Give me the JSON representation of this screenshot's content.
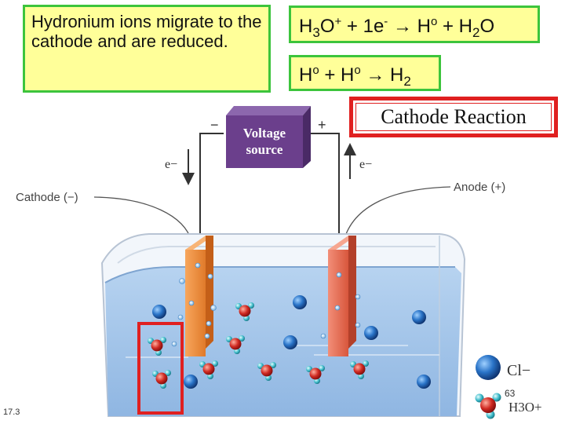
{
  "note": {
    "text": "Hydronium ions migrate to the cathode and are reduced."
  },
  "equation_1": {
    "t1": "H",
    "s1": "3",
    "t2": "O",
    "p1": "+",
    "t3": " + 1e",
    "p2": "-",
    "t4": " → H",
    "p3": "o",
    "t5": " + H",
    "s2": "2",
    "t6": "O"
  },
  "equation_2": {
    "t1": "H",
    "p1": "o",
    "t2": " + H",
    "p2": "o",
    "t3": " → H",
    "s1": "2"
  },
  "caption": "Cathode Reaction",
  "diagram": {
    "voltage_source_line1": "Voltage",
    "voltage_source_line2": "source",
    "minus_terminal": "−",
    "plus_terminal": "+",
    "electron_left": "e−",
    "electron_right": "e−",
    "cathode_label": "Cathode (−)",
    "anode_label": "Anode (+)",
    "legend_chloride": "Cl−",
    "legend_hydronium": "H3O+"
  },
  "page_number": "63",
  "slide_ref": "17.3",
  "colors": {
    "box_fill": "#ffff99",
    "box_border": "#3cc43c",
    "highlight_red": "#e02020",
    "voltage_fill": "#6b3f8c",
    "cathode_orange": "#f08a3c",
    "anode_salmon": "#e8684e",
    "solution_blue": "#9cc0e6"
  }
}
